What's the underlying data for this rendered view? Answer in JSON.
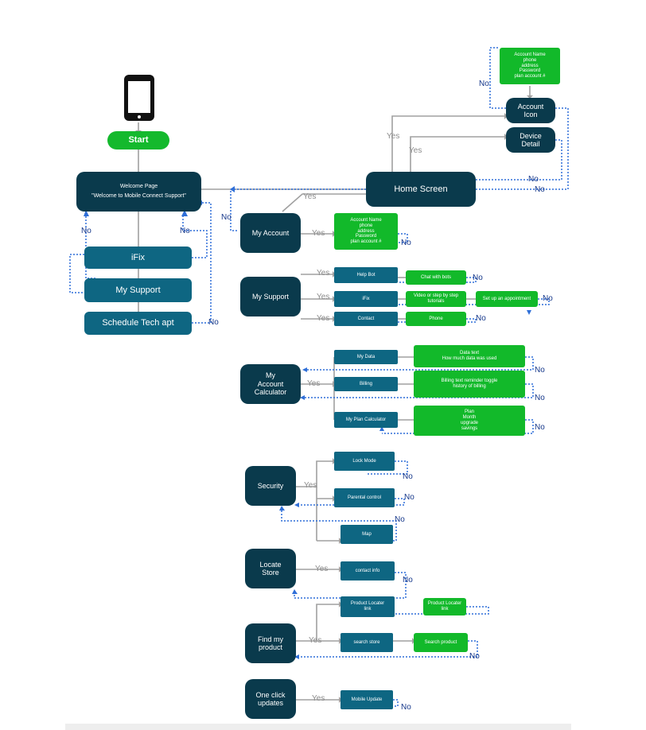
{
  "colors": {
    "dark_node": "#0a3a4c",
    "mid_node": "#0e6682",
    "green_node": "#12b92a",
    "yes_line": "#a0a0a0",
    "no_line": "#2f6fd8",
    "no_text": "#15378a"
  },
  "icons": {
    "phone": "smartphone-icon"
  },
  "start": "Start",
  "welcome": {
    "title": "Welcome Page",
    "subtitle": "\"Welcome to Mobile Connect Support\""
  },
  "home_screen": "Home Screen",
  "account_info_top": [
    "Account Name",
    "phone",
    "address",
    "Password",
    "plan account #"
  ],
  "account_icon": [
    "Account",
    "Icon"
  ],
  "device_detail": [
    "Device",
    "Detail"
  ],
  "left_menu": {
    "ifix": "iFix",
    "my_support": "My Support",
    "schedule": "Schedule Tech apt"
  },
  "my_account": {
    "title": "My Account",
    "info": [
      "Account Name",
      "phone",
      "address",
      "Password",
      "plan account #"
    ]
  },
  "my_support": {
    "title": "My Support",
    "help_bot": "Help Bot",
    "ifix": "iFix",
    "contact": "Contact",
    "chat": "Chat with bots",
    "video": "Video or step by step tutorials",
    "setup": "Set up an appointment",
    "phone": "Phone"
  },
  "calculator": {
    "title": [
      "My",
      "Account",
      "Calculator"
    ],
    "my_data": "My Data",
    "billing": "Billing",
    "plan_calc": "My Plan Calculator",
    "data_text": [
      "Data text",
      "How much data was used"
    ],
    "billing_text": [
      "Billing text reminder toggle",
      "history of billing"
    ],
    "plan_text": [
      "Plan",
      "Month",
      "upgrade",
      "savings"
    ]
  },
  "security": {
    "title": "Security",
    "lock": "Lock Mode",
    "parental": "Parental control",
    "map": "Map"
  },
  "locate_store": {
    "title": [
      "Locate",
      "Store"
    ],
    "contact": "contact info",
    "locator": [
      "Product Locater",
      "link"
    ],
    "locator_green": [
      "Product Locater",
      "link"
    ]
  },
  "find_product": {
    "title": [
      "Find my",
      "product"
    ],
    "search": "search store",
    "search_product": "Search product"
  },
  "one_click": {
    "title": [
      "One click",
      "updates"
    ],
    "mobile_update": "Mobile Update"
  },
  "yes": "Yes",
  "no": "No"
}
